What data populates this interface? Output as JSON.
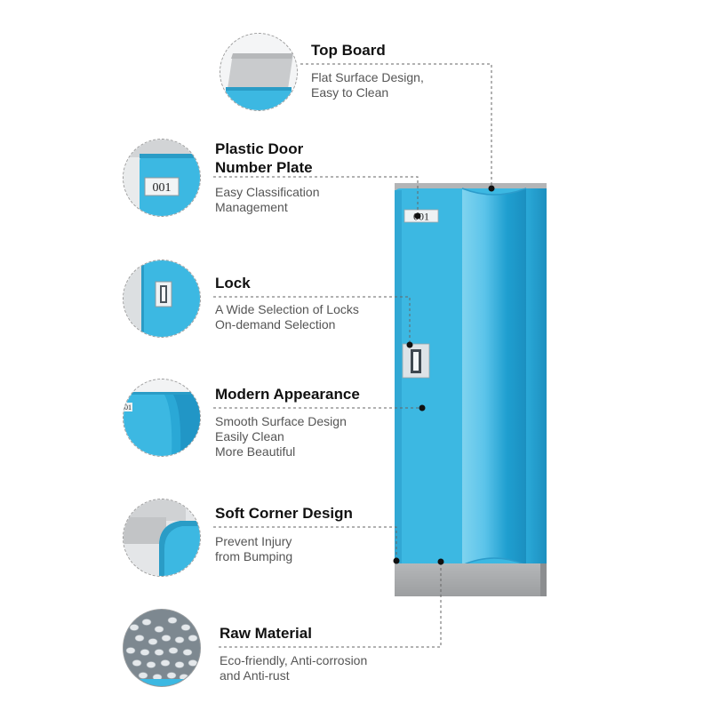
{
  "features": [
    {
      "id": "top-board",
      "title_lines": [
        "Top Board"
      ],
      "desc_lines": [
        "Flat Surface Design,",
        "Easy to Clean"
      ]
    },
    {
      "id": "number-plate",
      "title_lines": [
        "Plastic Door",
        "Number Plate"
      ],
      "desc_lines": [
        "Easy Classification",
        "Management"
      ]
    },
    {
      "id": "lock",
      "title_lines": [
        "Lock"
      ],
      "desc_lines": [
        "A Wide Selection of Locks",
        "On-demand Selection"
      ]
    },
    {
      "id": "modern-appearance",
      "title_lines": [
        "Modern Appearance"
      ],
      "desc_lines": [
        "Smooth Surface Design",
        "Easily Clean",
        "More Beautiful"
      ]
    },
    {
      "id": "soft-corner",
      "title_lines": [
        "Soft Corner Design"
      ],
      "desc_lines": [
        "Prevent Injury",
        "from Bumping"
      ]
    },
    {
      "id": "raw-material",
      "title_lines": [
        "Raw Material"
      ],
      "desc_lines": [
        "Eco-friendly, Anti-corrosion",
        "and Anti-rust"
      ]
    }
  ],
  "locker": {
    "number_plate_text": "001",
    "thumb_plate_text": "001",
    "thumb_edge_text": "01"
  },
  "colors": {
    "locker_blue": "#3cb8e2",
    "locker_shadow": "#2a9cc6",
    "frame_gray": "#a9abad",
    "connector": "#666666",
    "dot": "#111111"
  }
}
